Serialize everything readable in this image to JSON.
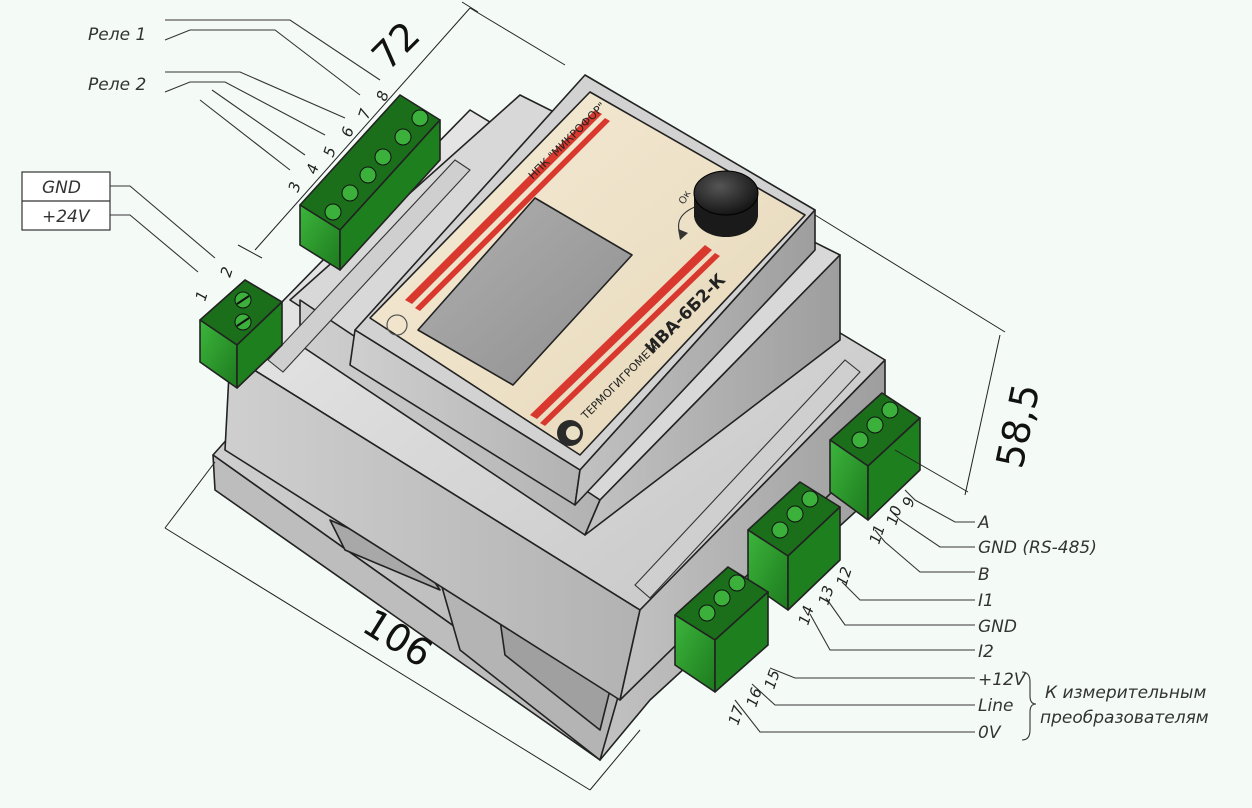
{
  "dimensions": {
    "width": "106",
    "depth": "72",
    "height": "58,5"
  },
  "device": {
    "manufacturer": "НПК \"МИКРОФОР\"",
    "type_label": "ТЕРМОГИГРОМЕТР",
    "model": "ИВА-6Б2-К",
    "knob_label": "Ок"
  },
  "relays": {
    "relay1": "Реле 1",
    "relay2": "Реле 2"
  },
  "power": {
    "gnd": "GND",
    "v24": "+24V"
  },
  "rs485": {
    "a": "A",
    "gnd": "GND (RS-485)",
    "b": "B"
  },
  "inputs": {
    "i1": "I1",
    "gnd": "GND",
    "i2": "I2"
  },
  "sensor": {
    "v12": "+12V",
    "line": "Line",
    "v0": "0V",
    "group_line1": "К измерительным",
    "group_line2": "преобразователям"
  },
  "pins": [
    "1",
    "2",
    "3",
    "4",
    "5",
    "6",
    "7",
    "8",
    "9",
    "10",
    "11",
    "12",
    "13",
    "14",
    "15",
    "16",
    "17"
  ]
}
